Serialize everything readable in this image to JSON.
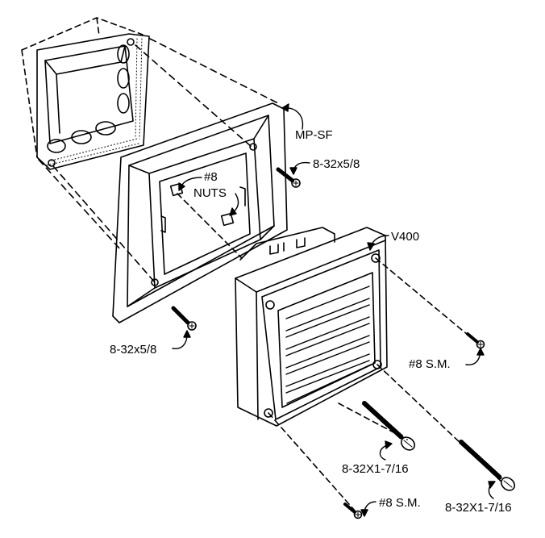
{
  "labels": {
    "mp_sf": "MP-SF",
    "screw_top": "8-32x5/8",
    "nuts_line1": "#8",
    "nuts_line2": "NUTS",
    "v400": "V400",
    "screw_left": "8-32x5/8",
    "sm_right": "#8 S.M.",
    "screw_long_left": "8-32X1-7/16",
    "sm_bottom": "#8 S.M.",
    "screw_long_right": "8-32X1-7/16"
  },
  "colors": {
    "ink": "#000000",
    "paper": "#ffffff"
  }
}
